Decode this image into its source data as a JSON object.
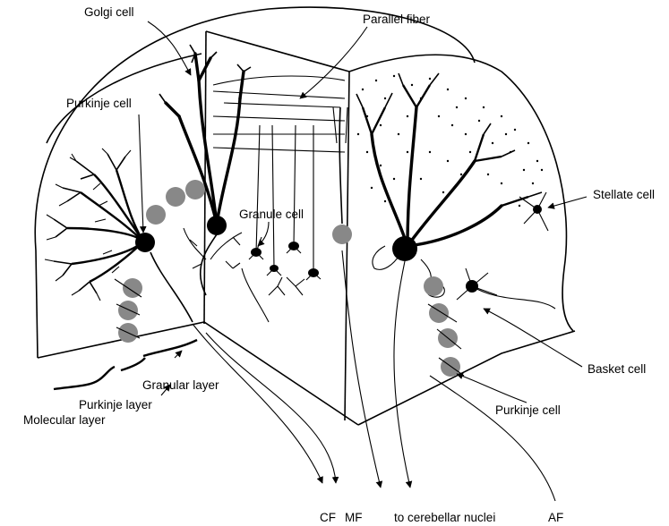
{
  "labels": {
    "golgi": "Golgi cell",
    "parallel": "Parallel fiber",
    "purkinje_top": "Purkinje cell",
    "granule": "Granule cell",
    "stellate": "Stellate cell",
    "basket": "Basket cell",
    "purkinje_bottom": "Purkinje cell",
    "granular_layer": "Granular layer",
    "purkinje_layer": "Purkinje layer",
    "molecular_layer": "Molecular layer",
    "cf": "CF",
    "mf": "MF",
    "nuclei": "to cerebellar nuclei",
    "af": "AF"
  }
}
